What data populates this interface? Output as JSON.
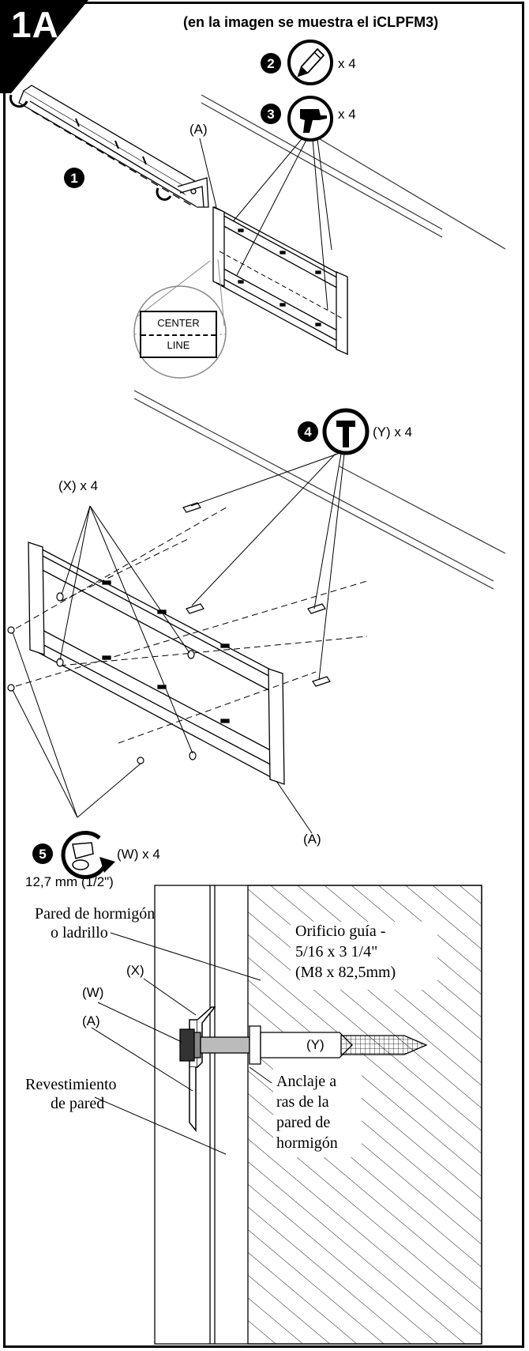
{
  "step": {
    "label": "1A"
  },
  "header_note": "(en la imagen se muestra el iCLPFM3)",
  "callouts": {
    "c1": "1",
    "c2": "2",
    "c3": "3",
    "c4": "4",
    "c5": "5"
  },
  "quantities": {
    "pencil": "x 4",
    "drill": "x 4",
    "hammer": "(Y) x 4",
    "washer": "(X) x 4",
    "wrench": "(W) x 4"
  },
  "labels": {
    "part_a_top": "(A)",
    "part_a_mid": "(A)",
    "center_line_top": "CENTER",
    "center_line_bottom": "LINE",
    "socket_size": "12,7 mm (1/2\")"
  },
  "section": {
    "wall_material_line1": "Pared de hormigón",
    "wall_material_line2": "o ladrillo",
    "pilot_hole_line1": "Orificio guía -",
    "pilot_hole_line2": "5/16 x 3 1/4\"",
    "pilot_hole_line3": "(M8 x 82,5mm)",
    "label_x": "(X)",
    "label_w": "(W)",
    "label_a": "(A)",
    "label_y": "(Y)",
    "wall_covering_line1": "Revestimiento",
    "wall_covering_line2": "de pared",
    "anchor_line1": "Anclaje a",
    "anchor_line2": "ras de la",
    "anchor_line3": "pared de",
    "anchor_line4": "hormigón"
  },
  "icons": {
    "pencil": "pencil-icon",
    "drill": "drill-icon",
    "hammer": "hammer-icon",
    "wrench": "wrench-rotate-icon"
  }
}
